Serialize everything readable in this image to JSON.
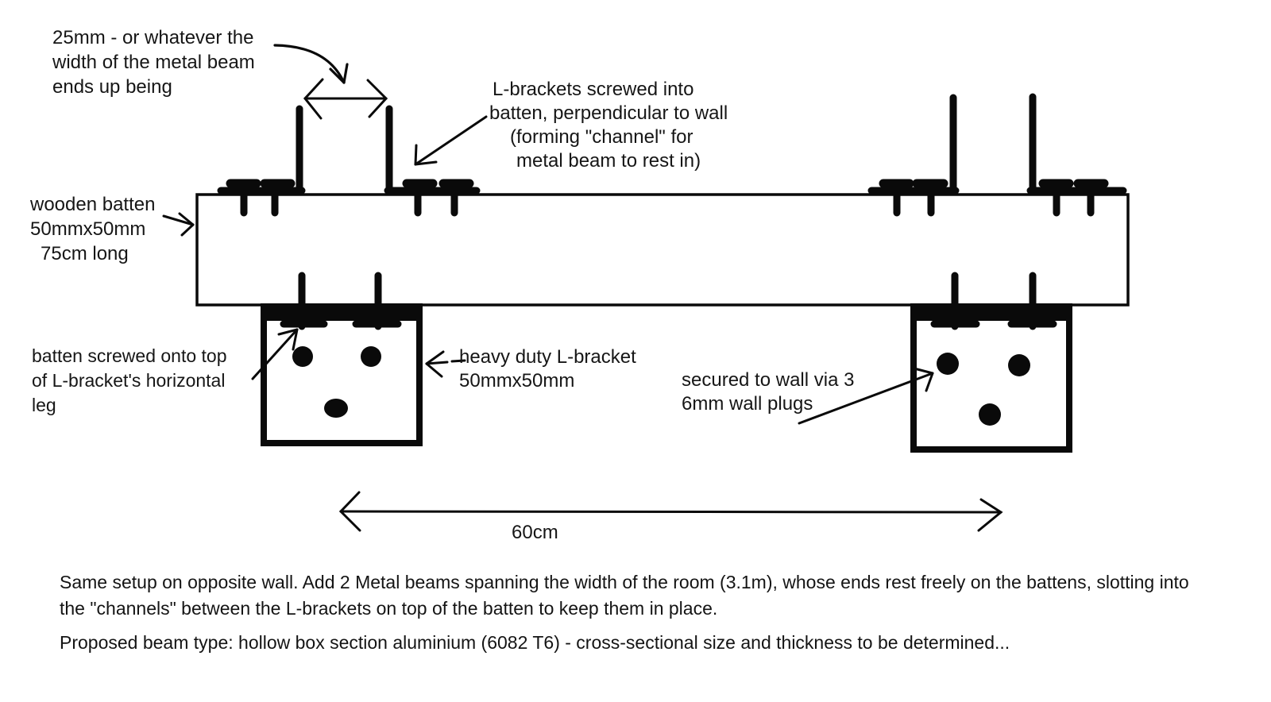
{
  "title": "batten and L-bracket beam support diagram",
  "colors": {
    "ink": "#0a0a0a",
    "background": "#ffffff"
  },
  "annotations": {
    "beam_width_note": {
      "lines": [
        "25mm - or whatever the",
        "width of the metal beam",
        "ends up being"
      ]
    },
    "l_brackets_note": {
      "lines": [
        "L-brackets screwed into",
        "batten, perpendicular to wall",
        "(forming \"channel\" for",
        "metal beam to rest in)"
      ]
    },
    "wooden_batten_label": {
      "lines": [
        "wooden batten",
        "50mmx50mm",
        "75cm long"
      ]
    },
    "batten_screw_note": {
      "lines": [
        "batten screwed onto top",
        "of L-bracket's horizontal",
        "leg"
      ]
    },
    "heavy_duty_label": {
      "lines": [
        "heavy duty L-bracket",
        "50mmx50mm"
      ]
    },
    "wall_plug_note": {
      "lines": [
        "secured to wall via 3",
        "6mm wall plugs"
      ]
    },
    "dimension_label": "60cm"
  },
  "notes": {
    "paragraph1_lines": [
      "Same setup on opposite wall. Add 2 Metal beams spanning the width of the room (3.1m), whose ends rest freely on the battens, slotting into",
      "the \"channels\" between the L-brackets on top of the batten to keep them in place."
    ],
    "paragraph2_lines": [
      "Proposed beam type: hollow box section aluminium (6082 T6) - cross-sectional size and thickness to be determined..."
    ]
  }
}
